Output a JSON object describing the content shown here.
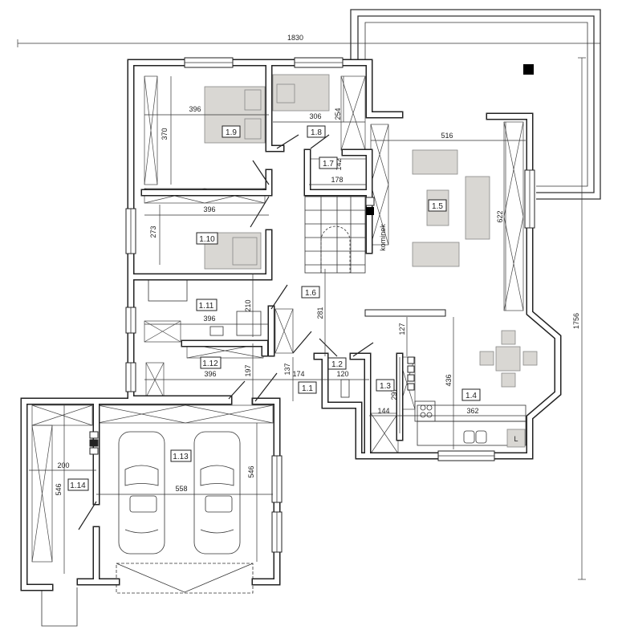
{
  "plan": {
    "rooms": {
      "r1_1": "1.1",
      "r1_2": "1.2",
      "r1_3": "1.3",
      "r1_4": "1.4",
      "r1_5": "1.5",
      "r1_6": "1.6",
      "r1_7": "1.7",
      "r1_8": "1.8",
      "r1_9": "1.9",
      "r1_10": "1.10",
      "r1_11": "1.11",
      "r1_12": "1.12",
      "r1_13": "1.13",
      "r1_14": "1.14"
    },
    "dimensions": {
      "overall_width": "1830",
      "overall_depth": "1756",
      "r19_width": "396",
      "r19_depth": "370",
      "r18_width": "306",
      "r18_depth": "254",
      "r17_depth": "142",
      "r17_width": "178",
      "r110_width": "396",
      "r110_depth": "273",
      "r15_width": "516",
      "r15_depth": "622",
      "r111_width": "396",
      "r111_depth": "210",
      "r16_depth": "281",
      "r14_127": "127",
      "r112_width": "396",
      "r112_depth": "197",
      "r11_137": "137",
      "r11_174": "174",
      "r12_width": "120",
      "r13_width": "144",
      "r13_depth": "297",
      "r14_depth": "436",
      "r14_width": "362",
      "r114_width": "200",
      "r114_depth": "546",
      "r113_width": "558",
      "r113_depth": "546"
    },
    "annotations": {
      "fireplace": "kominek",
      "fridge_mark": "L"
    },
    "colors": {
      "furniture": "#d9d7d3",
      "wall": "#222222"
    }
  }
}
